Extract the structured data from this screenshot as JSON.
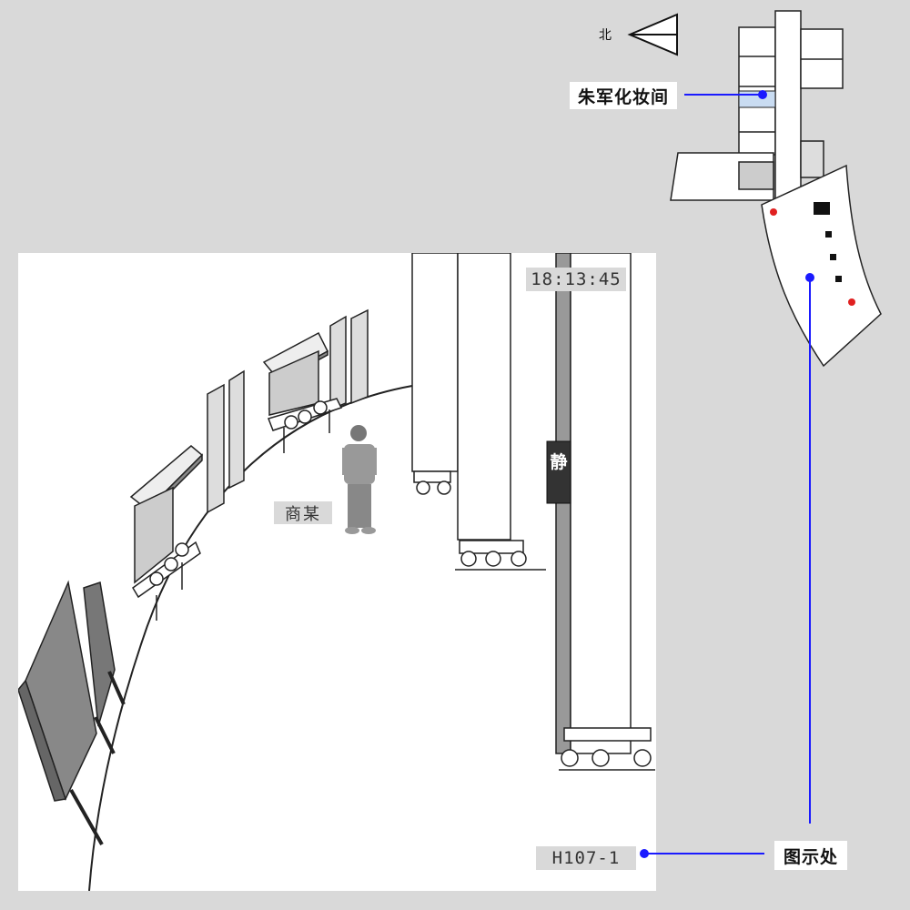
{
  "camera": {
    "timestamp": "18:13:45",
    "camera_id": "H107-1",
    "person_label": "商某",
    "sign_char": "静"
  },
  "map": {
    "compass_label": "北",
    "room_callout": "朱军化妆间",
    "location_callout": "图示处"
  },
  "colors": {
    "background": "#d9d9d9",
    "scene_background": "#ffffff",
    "callout_line": "#1a1aff",
    "highlight_room": "#c9dcf2",
    "camera_marker": "#e02020"
  }
}
